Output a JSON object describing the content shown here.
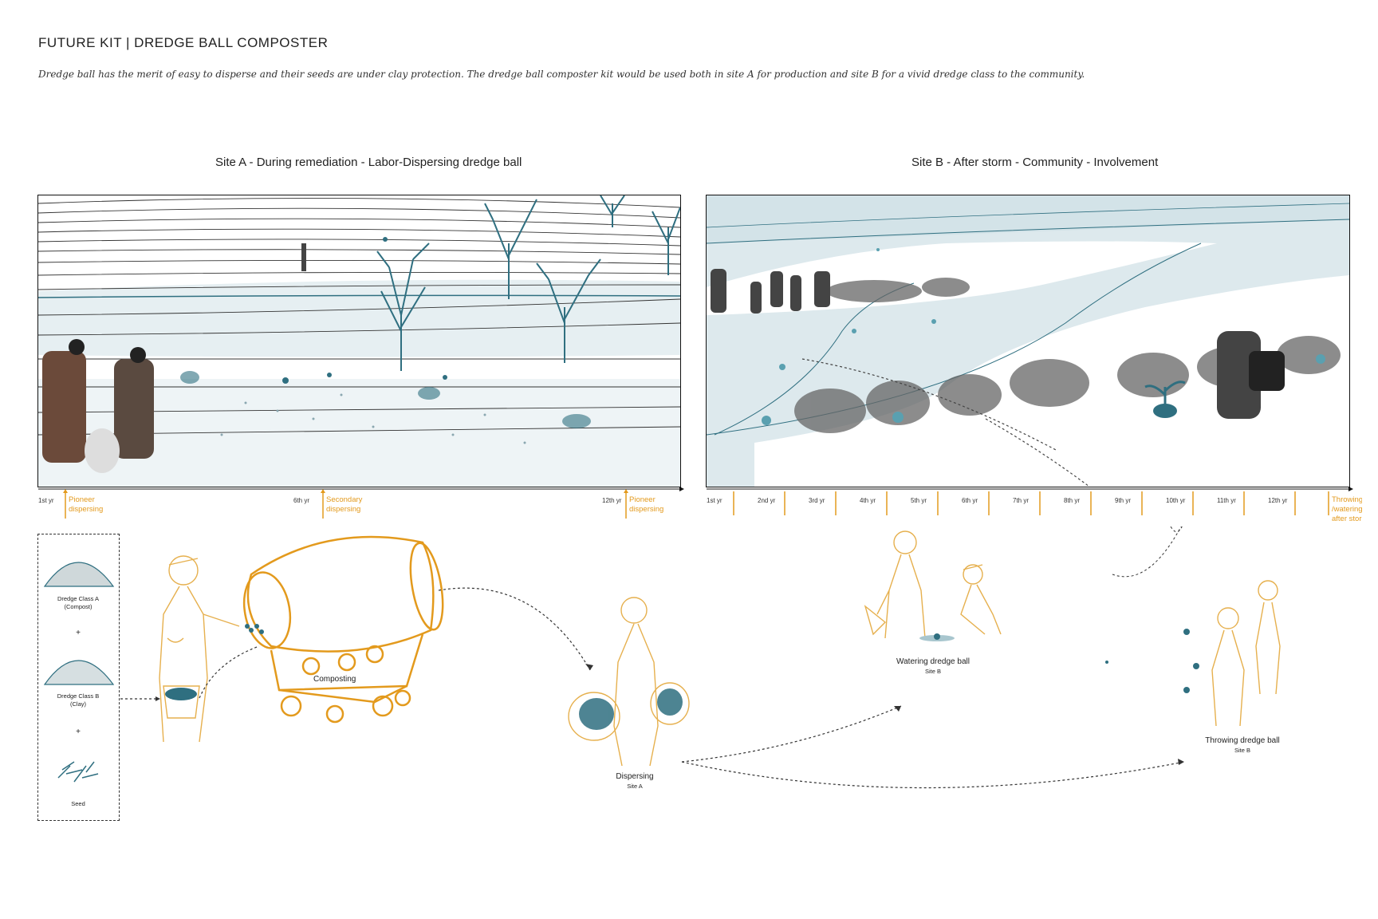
{
  "header": {
    "title": "FUTURE KIT | DREDGE BALL COMPOSTER",
    "description": "Dredge ball has the merit of easy to disperse and their seeds are under clay protection. The dredge ball composter kit would be used both in site A for production and site B for a vivid dredge class to the community."
  },
  "site_a": {
    "title": "Site A - During remediation - Labor-Dispersing dredge ball",
    "timeline": {
      "ticks": [
        "1st yr",
        "6th yr",
        "12th yr"
      ],
      "events": [
        {
          "line1": "Pioneer",
          "line2": "dispersing"
        },
        {
          "line1": "Secondary",
          "line2": "dispersing"
        },
        {
          "line1": "Pioneer",
          "line2": "dispersing"
        }
      ]
    }
  },
  "site_b": {
    "title": "Site B - After storm - Community - Involvement",
    "timeline": {
      "ticks": [
        "1st yr",
        "2nd yr",
        "3rd yr",
        "4th yr",
        "5th yr",
        "6th yr",
        "7th yr",
        "8th yr",
        "9th yr",
        "10th yr",
        "11th yr",
        "12th yr"
      ],
      "end_label": [
        "Throwing",
        "/watering",
        "after storm"
      ]
    }
  },
  "materials": {
    "items": [
      {
        "line1": "Dredge Class A",
        "line2": "(Compost)"
      },
      {
        "line1": "Dredge Class B",
        "line2": "(Clay)"
      },
      {
        "line1": "Seed",
        "line2": ""
      }
    ],
    "plus": "+"
  },
  "process": {
    "composting": "Composting",
    "dispersing": {
      "label": "Dispersing",
      "site": "Site A"
    },
    "watering": {
      "label": "Watering dredge ball",
      "site": "Site B"
    },
    "throwing": {
      "label": "Throwing dredge ball",
      "site": "Site B"
    }
  },
  "colors": {
    "orange": "#e39a1d",
    "teal": "#2f6f80",
    "pale_blue": "#dde9ed"
  }
}
